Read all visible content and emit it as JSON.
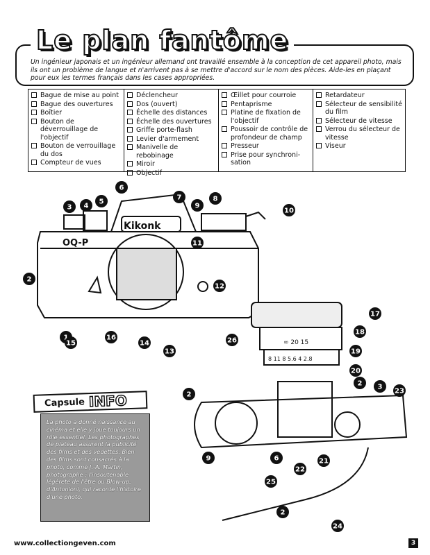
{
  "title": "Le plan fantôme",
  "intro": "Un ingénieur japonais et un ingénieur allemand ont travaillé ensemble à la conception de cet appareil photo, mais ils ont un problème de langue et n'arrivent pas à se mettre d'accord sur le nom des pièces. Aide-les en plaçant pour eux les termes français dans les cases appropriées.",
  "columns": [
    [
      "Bague de mise au point",
      "Bague des ouvertures",
      "Boîtier",
      "Bouton de déverrouillage de l'objectif",
      "Bouton de verrouillage du dos",
      "Compteur de vues"
    ],
    [
      "Déclencheur",
      "Dos (ouvert)",
      "Échelle des distances",
      "Échelle des ouvertures",
      "Griffe porte-flash",
      "Levier d'armement",
      "Manivelle de rebobinage",
      "Miroir",
      "Objectif"
    ],
    [
      "Œillet pour courroie",
      "Pentaprisme",
      "Platine de fixation de l'objectif",
      "Poussoir de contrôle de profondeur de champ",
      "Presseur",
      "Prise pour synchroni-sation"
    ],
    [
      "Retardateur",
      "Sélecteur de sensibilité du film",
      "Sélecteur de vitesse",
      "Verrou du sélecteur de vitesse",
      "Viseur"
    ]
  ],
  "camera": {
    "brand": "Kikonk",
    "model": "OQ-P",
    "scale_top": "∞ 20 15",
    "scale_bottom": "8 11 8 5.6 4 2.8",
    "callouts": [
      "1",
      "2",
      "3",
      "4",
      "5",
      "6",
      "7",
      "9",
      "8",
      "10",
      "11",
      "12",
      "13",
      "14",
      "15",
      "16",
      "17",
      "18",
      "19",
      "20",
      "26",
      "2",
      "3",
      "23",
      "2",
      "9",
      "6",
      "22",
      "21",
      "25",
      "24",
      "2"
    ]
  },
  "capsule": {
    "word": "Capsule",
    "info": "INFO",
    "text": "La photo a donné naissance au cinéma et elle y joue toujours un rôle essentiel. Les photographes de plateau assurent la publicité des films et des vedettes. Bien des films sont consacrés à la photo, comme J.-A. Martin, photographe ; l'insoutenable légèreté de l'être ou Blow-up, d'Antonioni, qui raconte l'histoire d'une photo."
  },
  "footer": {
    "url": "www.collectiongeven.com",
    "page": "3"
  }
}
